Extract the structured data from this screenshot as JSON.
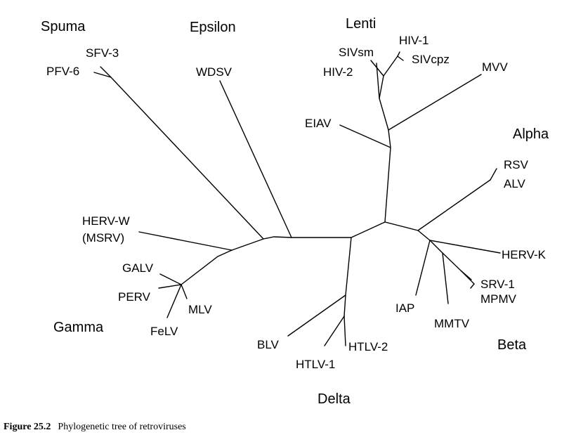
{
  "groups": {
    "spuma": "Spuma",
    "epsilon": "Epsilon",
    "lenti": "Lenti",
    "alpha": "Alpha",
    "gamma": "Gamma",
    "beta": "Beta",
    "delta": "Delta"
  },
  "leaves": {
    "sfv3": "SFV-3",
    "pfv6": "PFV-6",
    "wdsv": "WDSV",
    "hiv1": "HIV-1",
    "sivsm": "SIVsm",
    "sivcpz": "SIVcpz",
    "hiv2": "HIV-2",
    "mvv": "MVV",
    "eiav": "EIAV",
    "rsv": "RSV",
    "alv": "ALV",
    "herv_w": "HERV-W",
    "msrv": "(MSRV)",
    "galv": "GALV",
    "perv": "PERV",
    "mlv": "MLV",
    "felv": "FeLV",
    "herv_k": "HERV-K",
    "srv1": "SRV-1",
    "mpmv": "MPMV",
    "iap": "IAP",
    "mmtv": "MMTV",
    "blv": "BLV",
    "htlv2": "HTLV-2",
    "htlv1": "HTLV-1"
  },
  "caption": {
    "number": "Figure 25.2",
    "text": "Phylogenetic tree of retroviruses"
  }
}
